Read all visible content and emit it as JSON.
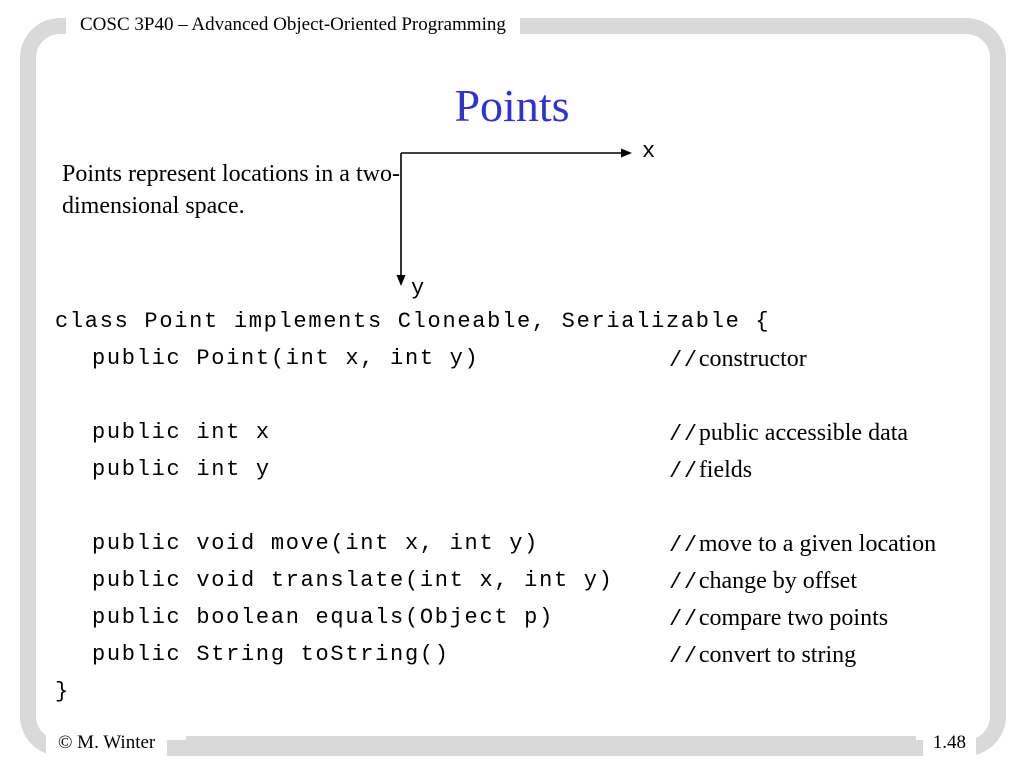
{
  "header": {
    "course": "COSC 3P40 – Advanced Object-Oriented Programming"
  },
  "title": "Points",
  "intro": "Points represent locations in a two-dimensional space.",
  "axes": {
    "x_label": "x",
    "y_label": "y"
  },
  "code": {
    "class_decl": "class Point implements Cloneable, Serializable {",
    "members": [
      {
        "code": "public Point(int x, int y)",
        "comment_prefix": "//",
        "comment": "constructor"
      },
      {
        "code": "",
        "comment_prefix": "",
        "comment": ""
      },
      {
        "code": "public int x",
        "comment_prefix": "//",
        "comment": "public accessible data"
      },
      {
        "code": "public int y",
        "comment_prefix": "//",
        "comment": "fields"
      },
      {
        "code": "",
        "comment_prefix": "",
        "comment": ""
      },
      {
        "code": "public void move(int x, int y)",
        "comment_prefix": "//",
        "comment": "move to a given location"
      },
      {
        "code": "public void translate(int x, int y)",
        "comment_prefix": "//",
        "comment": "change by offset"
      },
      {
        "code": "public boolean equals(Object p)",
        "comment_prefix": "//",
        "comment": "compare two points"
      },
      {
        "code": "public String toString()",
        "comment_prefix": "//",
        "comment": "convert to string"
      }
    ],
    "closing": "}"
  },
  "footer": {
    "author": "© M. Winter",
    "page": "1.48"
  },
  "colors": {
    "title": "#3333cc",
    "frame": "#d9d9d9"
  }
}
